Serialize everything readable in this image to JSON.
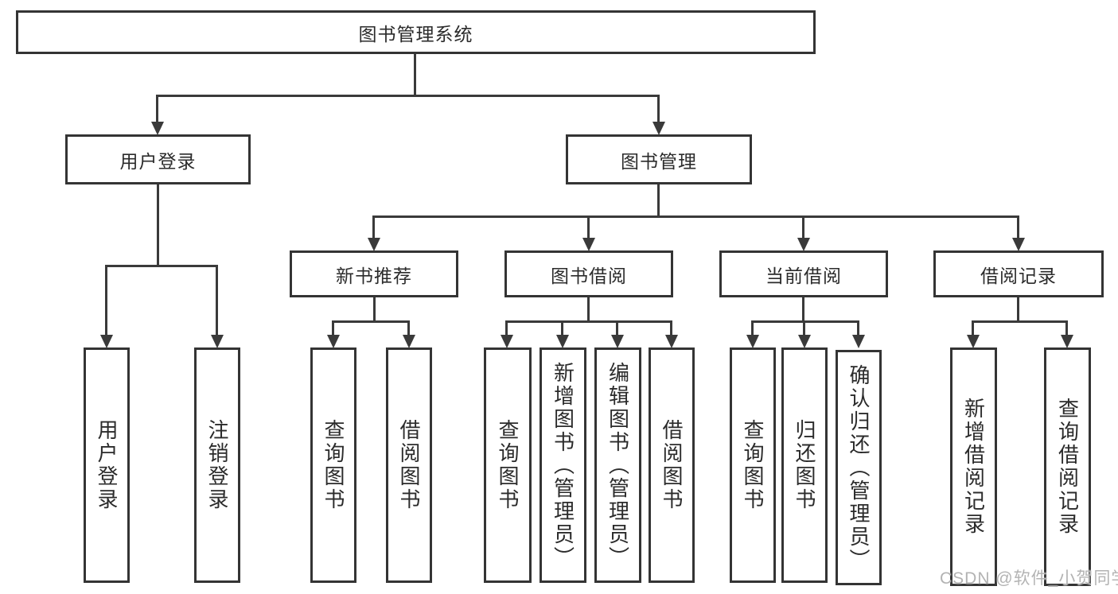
{
  "title": "图书管理系统",
  "level2": [
    {
      "label": "用户登录"
    },
    {
      "label": "图书管理"
    }
  ],
  "level3": [
    {
      "label": "新书推荐"
    },
    {
      "label": "图书借阅"
    },
    {
      "label": "当前借阅"
    },
    {
      "label": "借阅记录"
    }
  ],
  "leaves": {
    "user_login": [
      "用户登录",
      "注销登录"
    ],
    "new_book_recommend": [
      "查询图书",
      "借阅图书"
    ],
    "book_borrow": [
      "查询图书",
      "新增图书（管理员）",
      "编辑图书（管理员）",
      "借阅图书"
    ],
    "current_borrow": [
      "查询图书",
      "归还图书",
      "确认归还（管理员）"
    ],
    "borrow_record": [
      "新增借阅记录",
      "查询借阅记录"
    ]
  },
  "watermark": "CSDN @软件_小贺同学",
  "colors": {
    "line": "#3a3a3a",
    "border": "#343434",
    "text": "#2b2b2b",
    "watermark": "#b3b3b3",
    "background": "#ffffff"
  }
}
